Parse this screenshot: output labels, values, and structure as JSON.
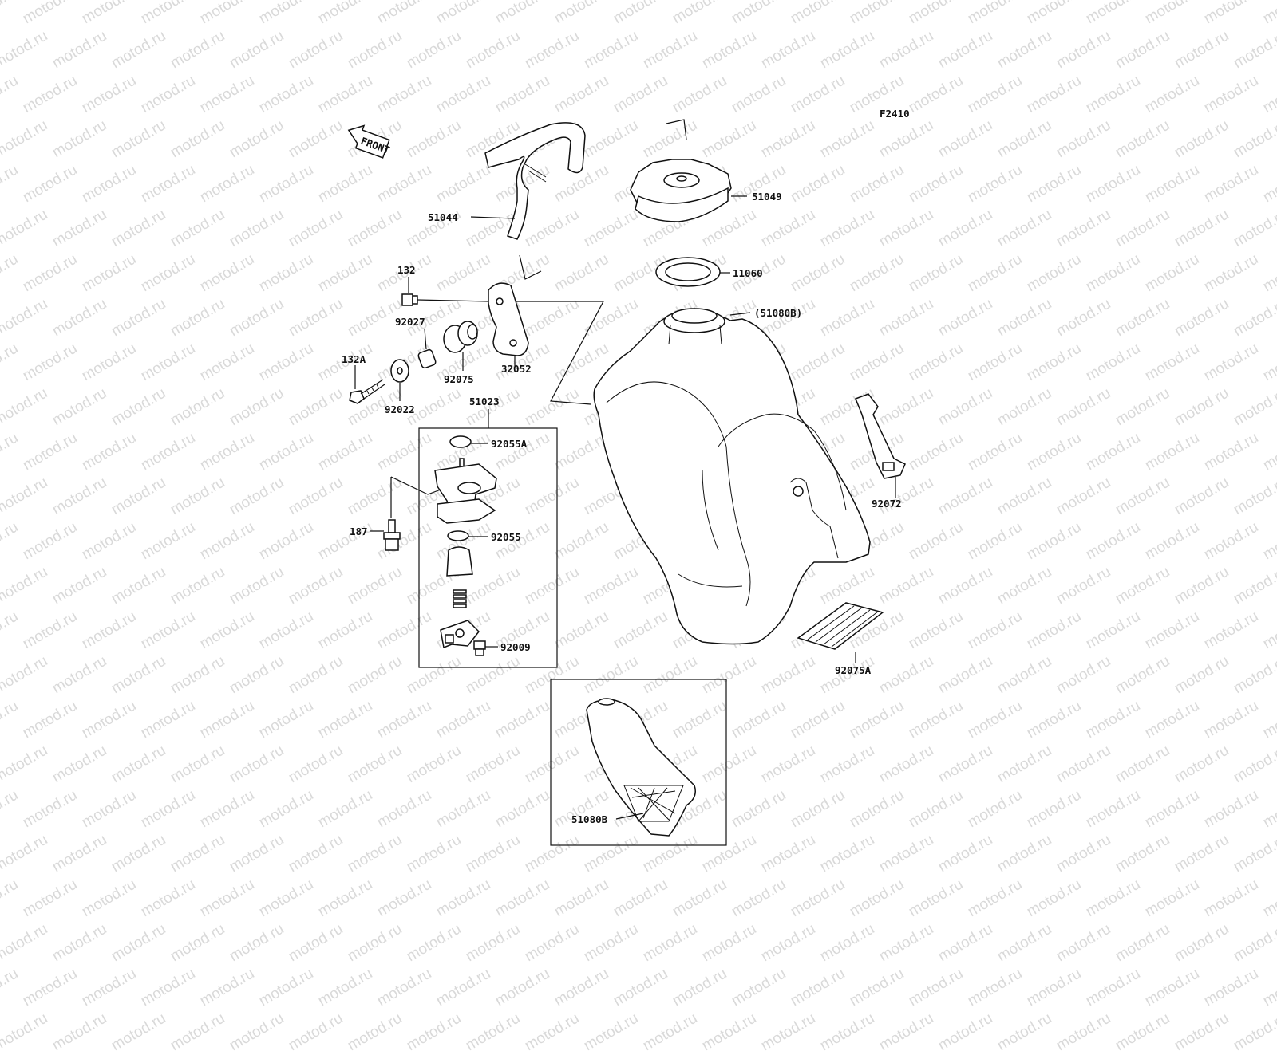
{
  "watermark": {
    "text": "motod.ru"
  },
  "figure_code": "F2410",
  "front_label": "FRONT",
  "labels": {
    "p51044": "51044",
    "p51049": "51049",
    "p11060": "11060",
    "p51080B_paren": "(51080B)",
    "p132": "132",
    "p92027": "92027",
    "p132A": "132A",
    "p92075": "92075",
    "p32052": "32052",
    "p92022": "92022",
    "p51023": "51023",
    "p92055A": "92055A",
    "p187": "187",
    "p92055": "92055",
    "p92009": "92009",
    "p92072": "92072",
    "p92075A": "92075A",
    "p51080B": "51080B"
  }
}
